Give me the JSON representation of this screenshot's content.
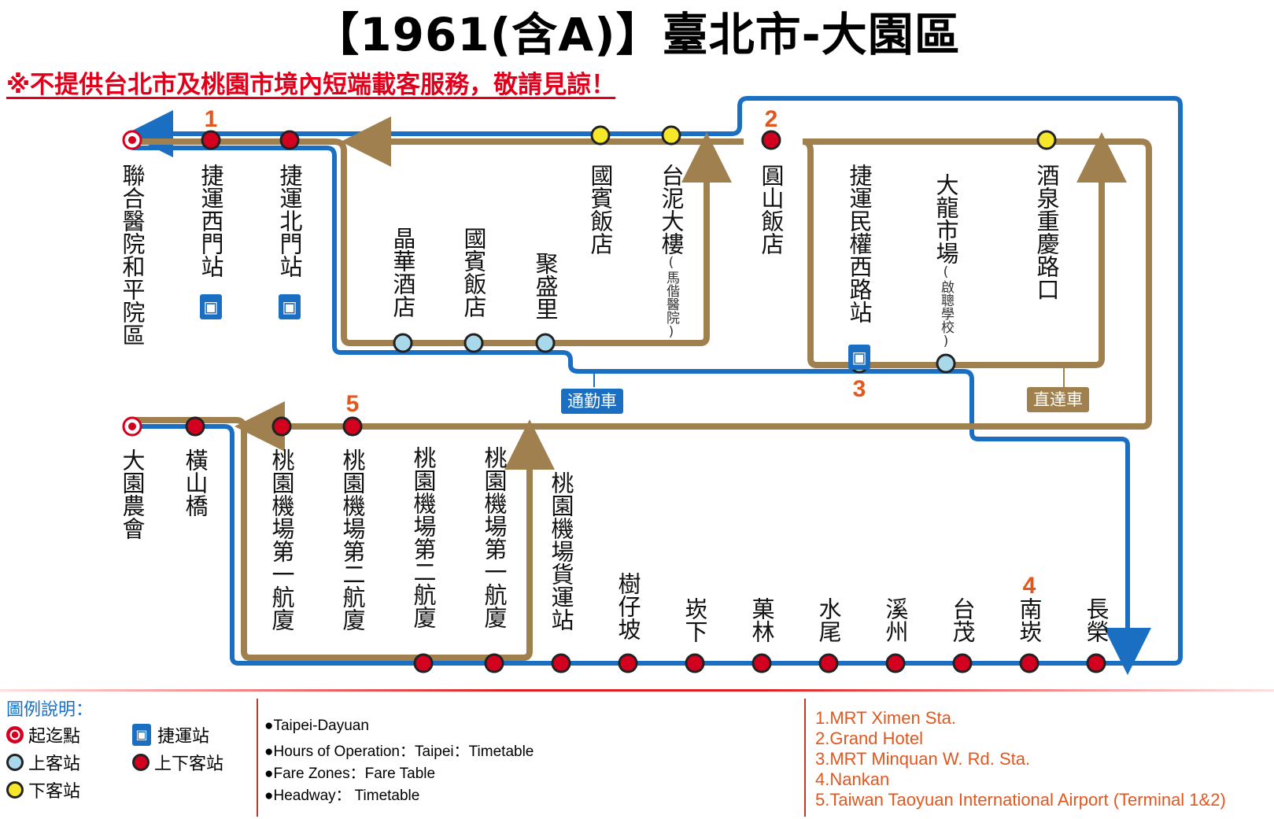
{
  "title": "【1961(含A)】臺北市-大園區",
  "notice": "※不提供台北市及桃園市境內短端載客服務，敬請見諒！",
  "colors": {
    "commute": "#1a6fc2",
    "express": "#a0804e",
    "red": "#d4001f",
    "yellow": "#f6e72a",
    "lightblue": "#a8d8ea"
  },
  "stops_top": [
    {
      "name": "聯合醫院和平院區",
      "type": "terminal"
    },
    {
      "name": "捷運西門站",
      "type": "both",
      "mrt": true,
      "num": "1"
    },
    {
      "name": "捷運北門站",
      "type": "both",
      "mrt": true
    },
    {
      "name": "晶華酒店",
      "type": "board"
    },
    {
      "name": "國賓飯店",
      "type": "board"
    },
    {
      "name": "聚盛里",
      "type": "board"
    },
    {
      "name": "國賓飯店",
      "type": "alight"
    },
    {
      "name": "台泥大樓",
      "sub": "(馬偕醫院)",
      "type": "alight"
    },
    {
      "name": "圓山飯店",
      "type": "both",
      "num": "2"
    },
    {
      "name": "捷運民權西路站",
      "type": "board",
      "mrt": true,
      "num": "3"
    },
    {
      "name": "大龍市場",
      "sub": "(啟聰學校)",
      "type": "board"
    },
    {
      "name": "酒泉重慶路口",
      "type": "alight"
    }
  ],
  "stops_bottom": [
    {
      "name": "大園農會",
      "type": "terminal"
    },
    {
      "name": "橫山橋",
      "type": "both"
    },
    {
      "name": "桃園機場第一航廈",
      "type": "both"
    },
    {
      "name": "桃園機場第二航廈",
      "type": "both",
      "num": "5"
    },
    {
      "name": "桃園機場第二航廈",
      "type": "both"
    },
    {
      "name": "桃園機場第一航廈",
      "type": "both"
    },
    {
      "name": "桃園機場貨運站",
      "type": "both"
    },
    {
      "name": "樹仔坡",
      "type": "both"
    },
    {
      "name": "崁下",
      "type": "both"
    },
    {
      "name": "菓林",
      "type": "both"
    },
    {
      "name": "水尾",
      "type": "both"
    },
    {
      "name": "溪州",
      "type": "both"
    },
    {
      "name": "台茂",
      "type": "both"
    },
    {
      "name": "南崁",
      "type": "both",
      "num": "4"
    },
    {
      "name": "長榮",
      "type": "both"
    }
  ],
  "route_tags": {
    "commute": "通勤車",
    "express": "直達車"
  },
  "legend": {
    "title": "圖例說明：",
    "terminal": "起迄點",
    "board": "上客站",
    "alight": "下客站",
    "mrt": "捷運站",
    "both": "上下客站"
  },
  "info": [
    "●Taipei-Dayuan",
    "●Hours of Operation：Taipei：Timetable",
    "●Fare Zones：Fare Table",
    "●Headway： Timetable"
  ],
  "english_stops": [
    "1.MRT Ximen Sta.",
    "2.Grand Hotel",
    "3.MRT Minquan W. Rd. Sta.",
    "4.Nankan",
    "5.Taiwan Taoyuan International Airport (Terminal 1&2)"
  ],
  "mrt_glyph": "🚇"
}
